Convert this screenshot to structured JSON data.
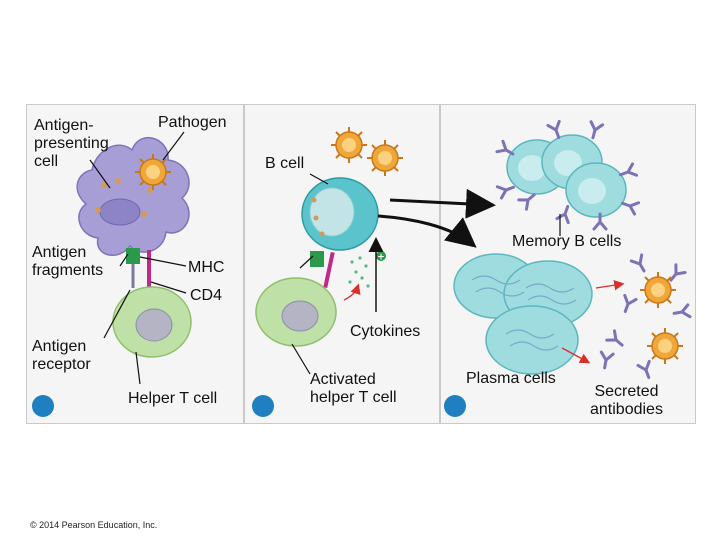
{
  "figure": {
    "labels": {
      "apc": "Antigen-\npresenting\ncell",
      "pathogen": "Pathogen",
      "antigen_fragments": "Antigen\nfragments",
      "mhc": "MHC",
      "cd4": "CD4",
      "antigen_receptor": "Antigen\nreceptor",
      "helper_t": "Helper T cell",
      "b_cell": "B cell",
      "cytokines": "Cytokines",
      "activated_helper_t": "Activated\nhelper T cell",
      "memory_b": "Memory B cells",
      "plasma": "Plasma cells",
      "secreted_antibodies": "Secreted\nantibodies"
    },
    "copyright": "© 2014 Pearson Education, Inc.",
    "colors": {
      "step_dot": "#1f7fc0",
      "apc": "#a79ed6",
      "t_cell": "#bfe0a6",
      "b_cell": "#5bc3cb",
      "antibody": "#7c73b6",
      "pathogen": "#f1a63a",
      "mhc": "#2a9a4a",
      "cd4": "#c0288a",
      "arrow_red": "#d9302c"
    }
  }
}
